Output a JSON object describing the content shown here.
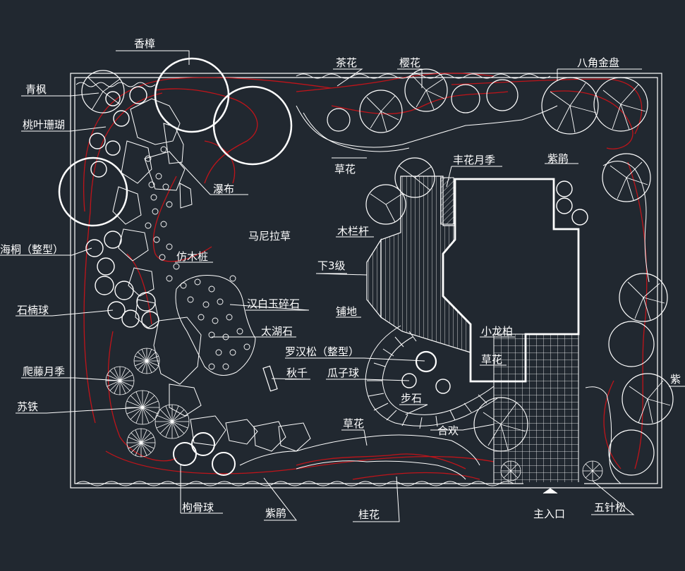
{
  "labels": {
    "camphor": "香樟",
    "camellia": "茶花",
    "cherry": "樱花",
    "fatsia": "八角金盘",
    "maple": "青枫",
    "photinia": "桃叶珊瑚",
    "waterfall": "瀑布",
    "grass_top": "草花",
    "rose_cluster": "丰花月季",
    "azalea_right": "紫鹃",
    "manila_grass": "马尼拉草",
    "railing": "木栏杆",
    "steps_down": "下3级",
    "pittosporum": "海桐（整型）",
    "wood_stake": "仿木桩",
    "osmanthus_ball": "石楠球",
    "gravel": "汉白玉碎石",
    "paving": "铺地",
    "taihu_stone": "太湖石",
    "juniper": "小龙柏",
    "podocarpus": "罗汉松（整型）",
    "grass_mid": "草花",
    "climbing_rose": "爬藤月季",
    "swing": "秋千",
    "melon_ball": "瓜子球",
    "cycad": "苏铁",
    "stepping_stone": "步石",
    "right_edge": "紫",
    "grass_bottom": "草花",
    "albizia": "合欢",
    "holly_ball": "枸骨球",
    "azalea_bottom": "紫鹃",
    "sweet_osmanthus": "桂花",
    "main_entrance": "主入口",
    "pine": "五针松"
  },
  "colors": {
    "background": "#212830",
    "linework": "#ffffff",
    "contours": "#c0141a"
  }
}
